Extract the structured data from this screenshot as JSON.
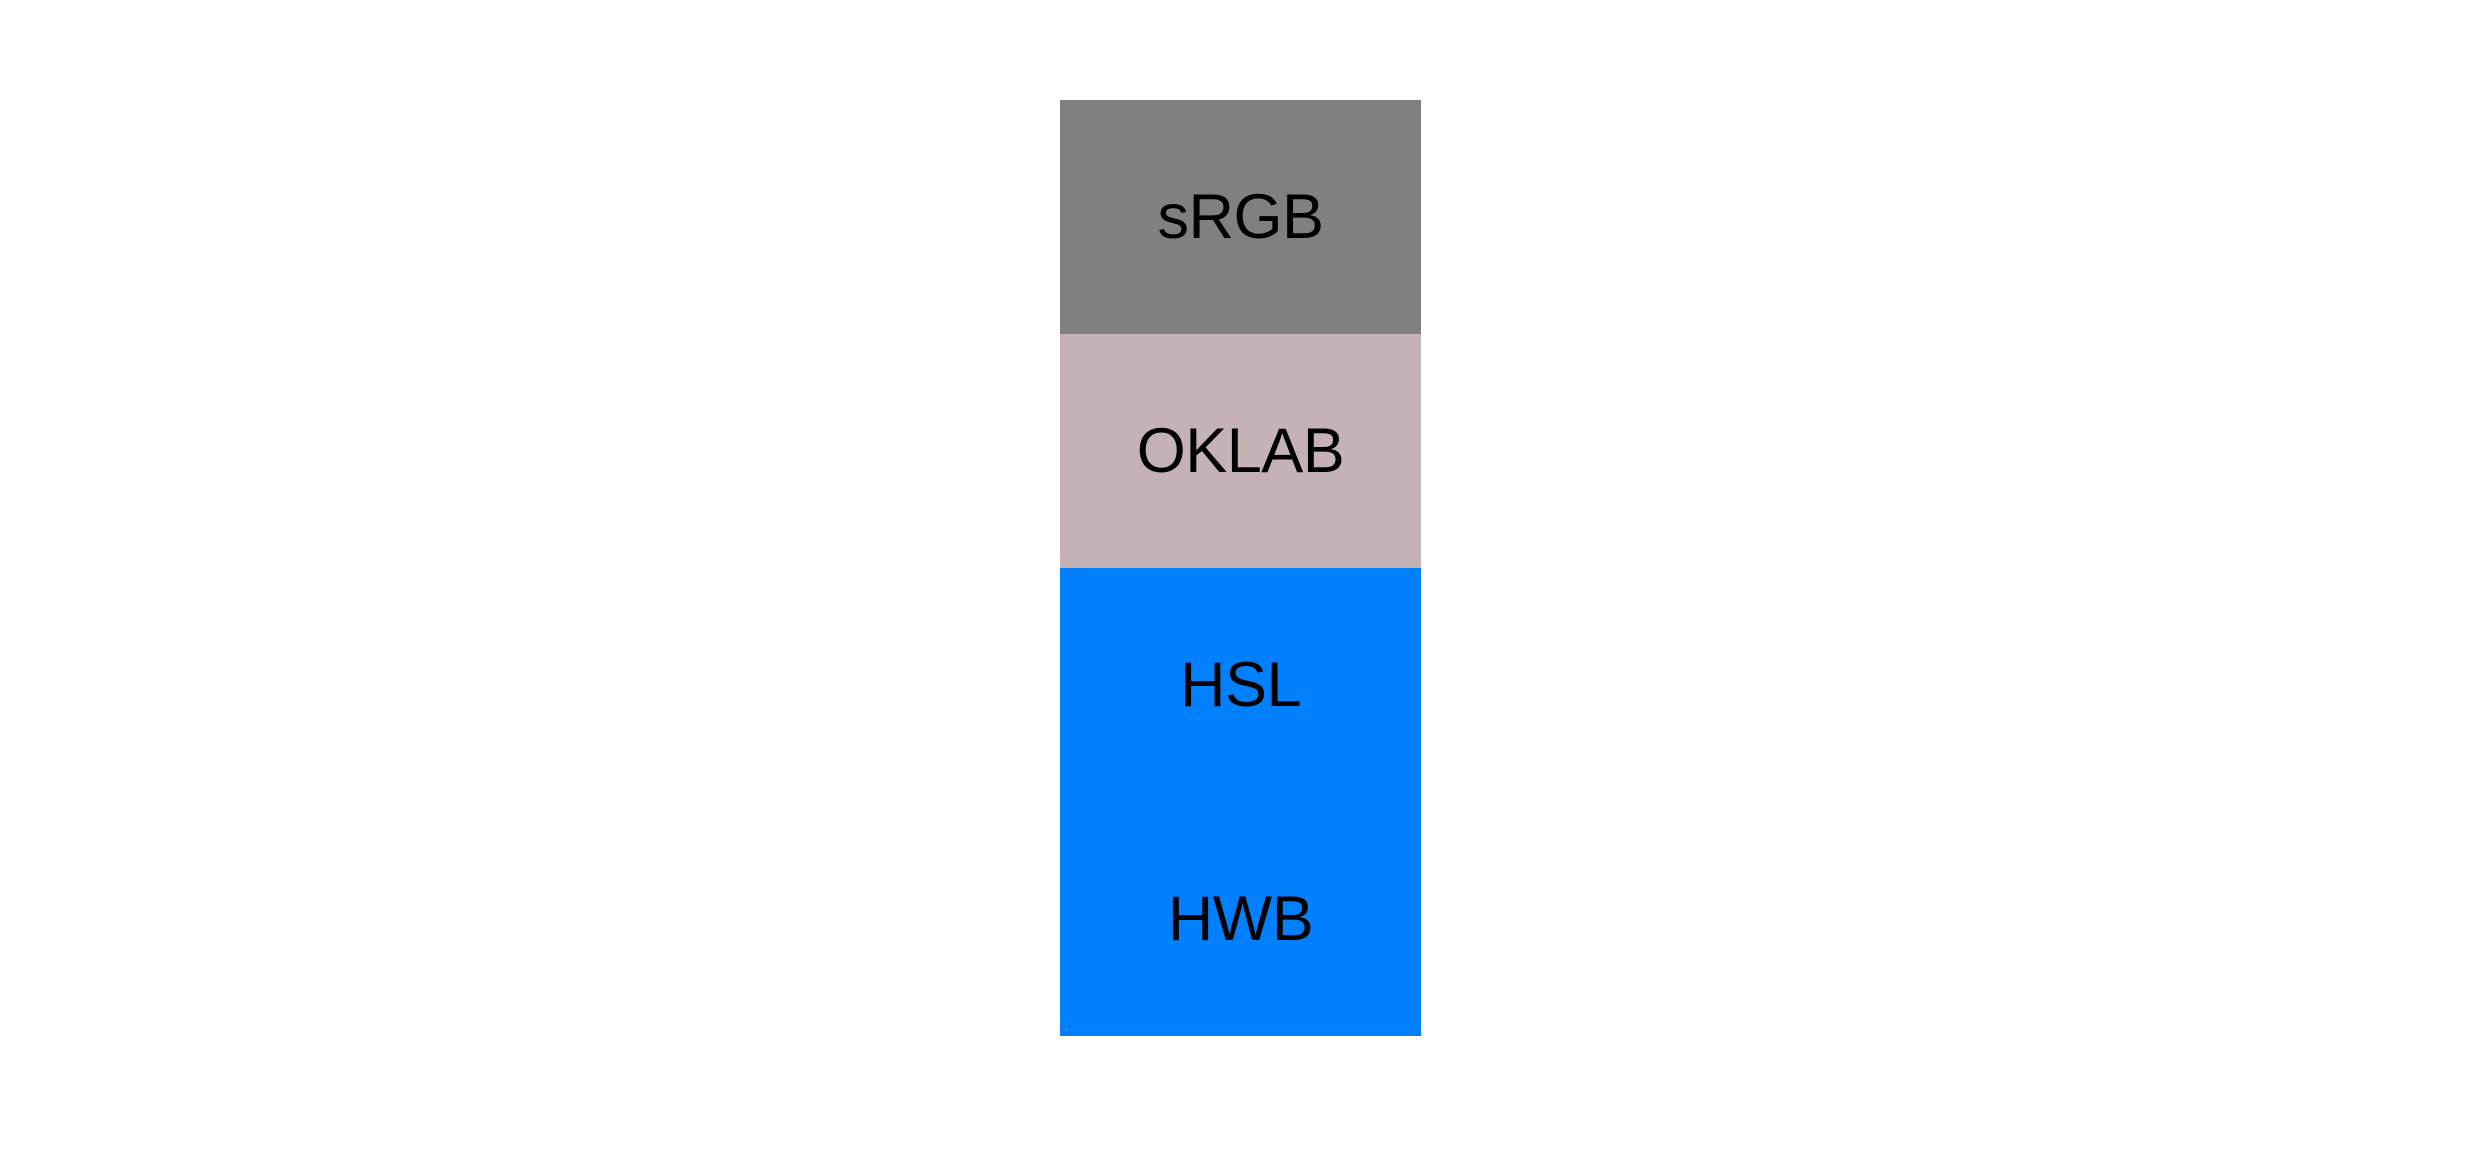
{
  "page": {
    "background_color": "#ffffff"
  },
  "swatches": {
    "description": "vertical stack of color interpolation result swatches",
    "label_text_color": "#000000",
    "items": [
      {
        "id": "srgb",
        "label": "sRGB",
        "color": "#808080"
      },
      {
        "id": "oklab",
        "label": "OKLAB",
        "color": "#c5b2b4"
      },
      {
        "id": "hsl",
        "label": "HSL",
        "color": "#0080ff"
      },
      {
        "id": "hwb",
        "label": "HWB",
        "color": "#0080ff"
      }
    ]
  }
}
